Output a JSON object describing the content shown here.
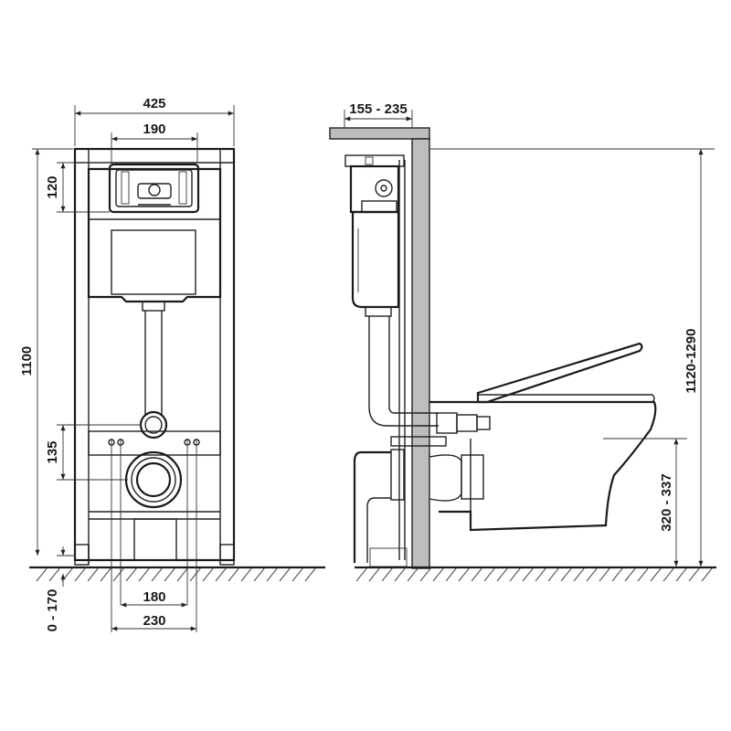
{
  "front_view": {
    "width_total": "425",
    "width_panel": "190",
    "height_total": "1100",
    "height_panel_top": "120",
    "height_drain": "135",
    "leg_range": "0 - 170",
    "spacing_inner": "180",
    "spacing_outer": "230"
  },
  "side_view": {
    "depth_range": "155 - 235",
    "height_range": "1120-1290",
    "bowl_height": "320 - 337"
  }
}
